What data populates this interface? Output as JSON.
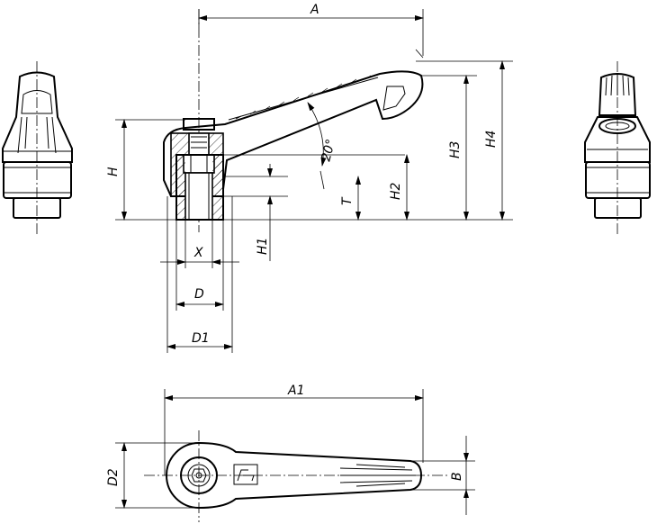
{
  "labels": {
    "A": "A",
    "A1": "A1",
    "H": "H",
    "H1": "H1",
    "H2": "H2",
    "H3": "H3",
    "H4": "H4",
    "T": "T",
    "X": "X",
    "D": "D",
    "D1": "D1",
    "D2": "D2",
    "B": "B",
    "angle": "20°"
  },
  "icons": {
    "logo": "kipp-logo-icon"
  }
}
